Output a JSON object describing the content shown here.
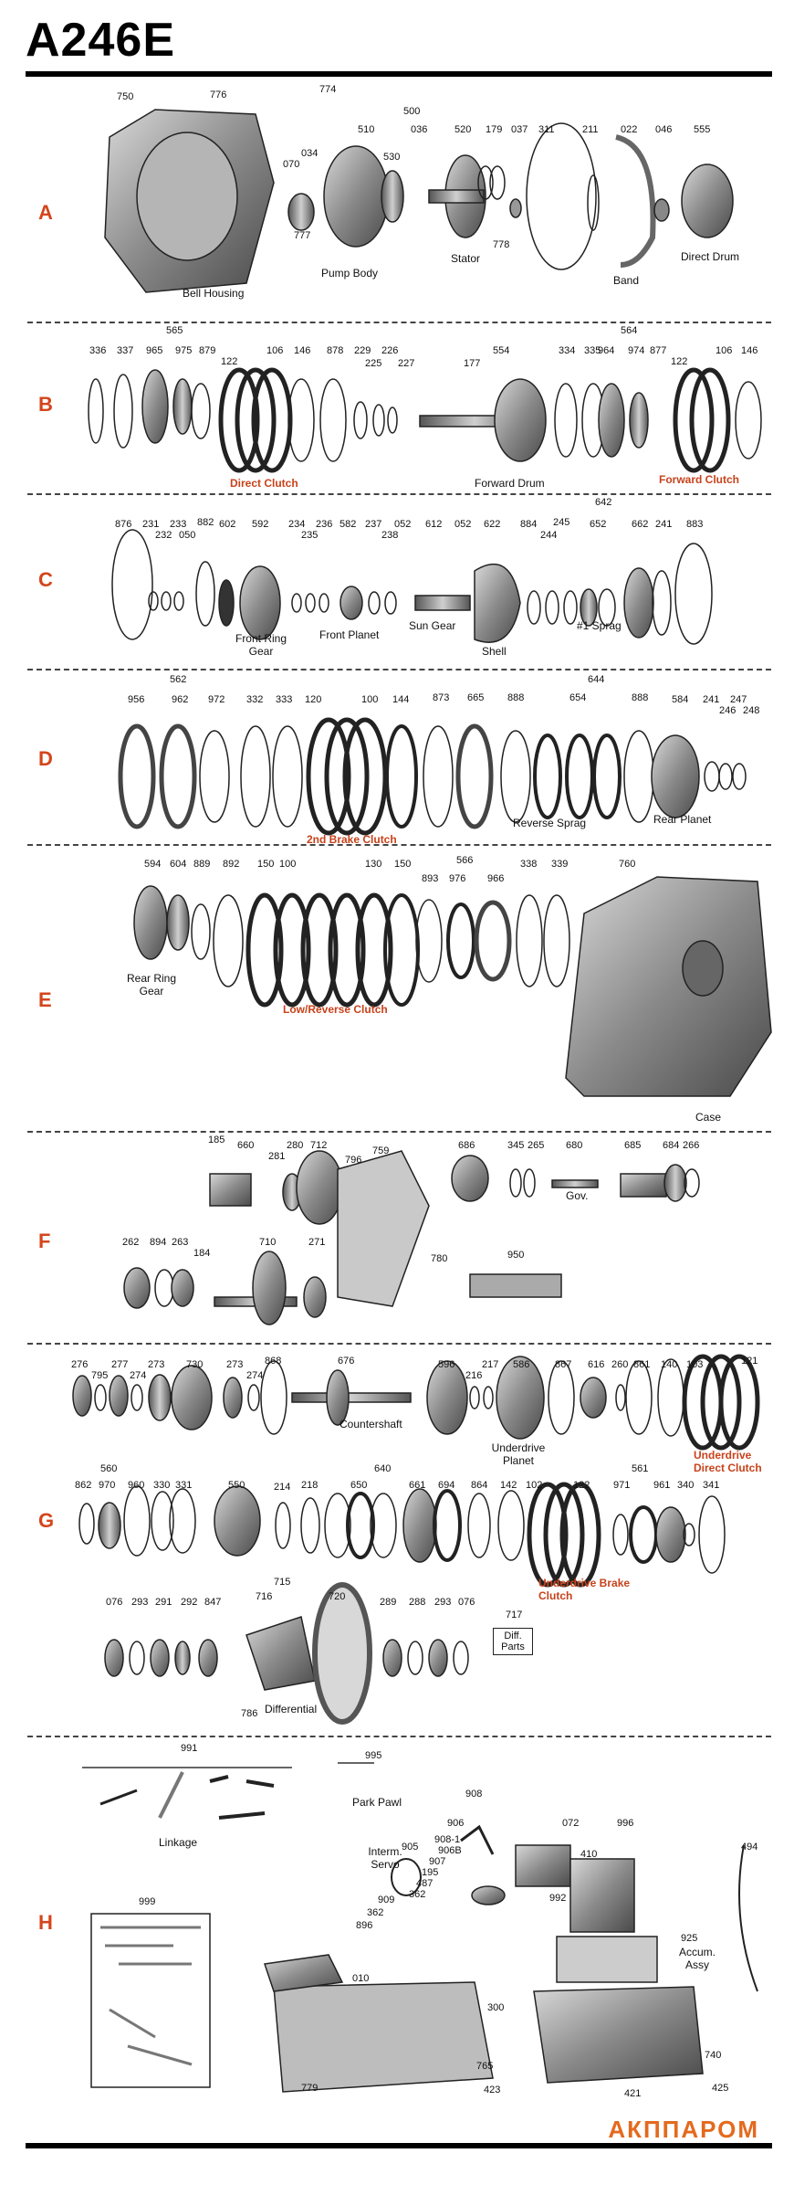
{
  "title": "A246E",
  "brand": "АКППАРОМ",
  "sections": {
    "a": "A",
    "b": "B",
    "c": "C",
    "d": "D",
    "e": "E",
    "f": "F",
    "g": "G",
    "h": "H"
  },
  "labels_a": {
    "bell_housing": "Bell Housing",
    "pump_body": "Pump Body",
    "stator": "Stator",
    "band": "Band",
    "direct_drum": "Direct Drum"
  },
  "labels_b": {
    "direct_clutch": "Direct Clutch",
    "forward_drum": "Forward Drum",
    "forward_clutch": "Forward Clutch"
  },
  "labels_c": {
    "front_ring_gear": "Front Ring Gear",
    "front_planet": "Front Planet",
    "sun_gear": "Sun Gear",
    "shell": "Shell",
    "sprag1": "#1 Sprag"
  },
  "labels_d": {
    "brake2": "2nd Brake Clutch",
    "reverse_sprag": "Reverse Sprag",
    "rear_planet": "Rear Planet"
  },
  "labels_e": {
    "rear_ring_gear": "Rear Ring Gear",
    "low_reverse": "Low/Reverse Clutch",
    "case": "Case"
  },
  "labels_f": {
    "gov": "Gov."
  },
  "labels_g": {
    "countershaft": "Countershaft",
    "underdrive_planet": "Underdrive Planet",
    "underdrive_direct": "Underdrive Direct Clutch",
    "underdrive_brake": "Underdrive Brake Clutch",
    "differential": "Differential",
    "diff_parts": "Diff. Parts"
  },
  "labels_h": {
    "linkage": "Linkage",
    "park_pawl": "Park Pawl",
    "interm_servo": "Interm. Servo",
    "accum_assy": "Accum. Assy"
  },
  "nums_a": [
    "750",
    "776",
    "774",
    "500",
    "510",
    "036",
    "520",
    "179",
    "037",
    "311",
    "211",
    "022",
    "046",
    "555",
    "034",
    "070",
    "530",
    "777",
    "778"
  ],
  "nums_b": [
    "565",
    "336",
    "337",
    "965",
    "975",
    "879",
    "122",
    "106",
    "146",
    "878",
    "229",
    "225",
    "226",
    "227",
    "177",
    "554",
    "334",
    "335",
    "564",
    "964",
    "974",
    "877",
    "122",
    "106",
    "146"
  ],
  "nums_c": [
    "876",
    "231",
    "232",
    "233",
    "050",
    "882",
    "602",
    "592",
    "234",
    "235",
    "236",
    "582",
    "237",
    "238",
    "052",
    "612",
    "052",
    "622",
    "884",
    "244",
    "245",
    "642",
    "652",
    "662",
    "241",
    "883"
  ],
  "nums_d": [
    "562",
    "956",
    "962",
    "972",
    "332",
    "333",
    "120",
    "100",
    "144",
    "873",
    "665",
    "888",
    "644",
    "654",
    "888",
    "584",
    "241",
    "246",
    "247",
    "248"
  ],
  "nums_e": [
    "594",
    "604",
    "889",
    "892",
    "150",
    "100",
    "130",
    "150",
    "566",
    "893",
    "976",
    "966",
    "338",
    "339",
    "760"
  ],
  "nums_f": [
    "185",
    "660",
    "281",
    "280",
    "712",
    "796",
    "759",
    "686",
    "345",
    "265",
    "680",
    "685",
    "684",
    "266",
    "262",
    "894",
    "263",
    "184",
    "710",
    "271",
    "780",
    "950"
  ],
  "nums_g1": [
    "276",
    "795",
    "277",
    "274",
    "273",
    "730",
    "273",
    "274",
    "868",
    "676",
    "596",
    "216",
    "217",
    "586",
    "867",
    "616",
    "260",
    "861",
    "140",
    "103",
    "121"
  ],
  "nums_g2": [
    "560",
    "862",
    "970",
    "960",
    "330",
    "331",
    "550",
    "214",
    "640",
    "218",
    "650",
    "661",
    "694",
    "864",
    "142",
    "102",
    "122",
    "561",
    "971",
    "961",
    "340",
    "341"
  ],
  "nums_g3": [
    "715",
    "076",
    "293",
    "291",
    "292",
    "847",
    "716",
    "720",
    "289",
    "288",
    "293",
    "076",
    "717",
    "786"
  ],
  "nums_h": [
    "991",
    "995",
    "908",
    "072",
    "996",
    "906",
    "410",
    "494",
    "905",
    "908-1",
    "906B",
    "907",
    "195",
    "487",
    "362",
    "362",
    "909",
    "896",
    "992",
    "999",
    "925",
    "010",
    "300",
    "740",
    "765",
    "779",
    "423",
    "421",
    "425"
  ]
}
